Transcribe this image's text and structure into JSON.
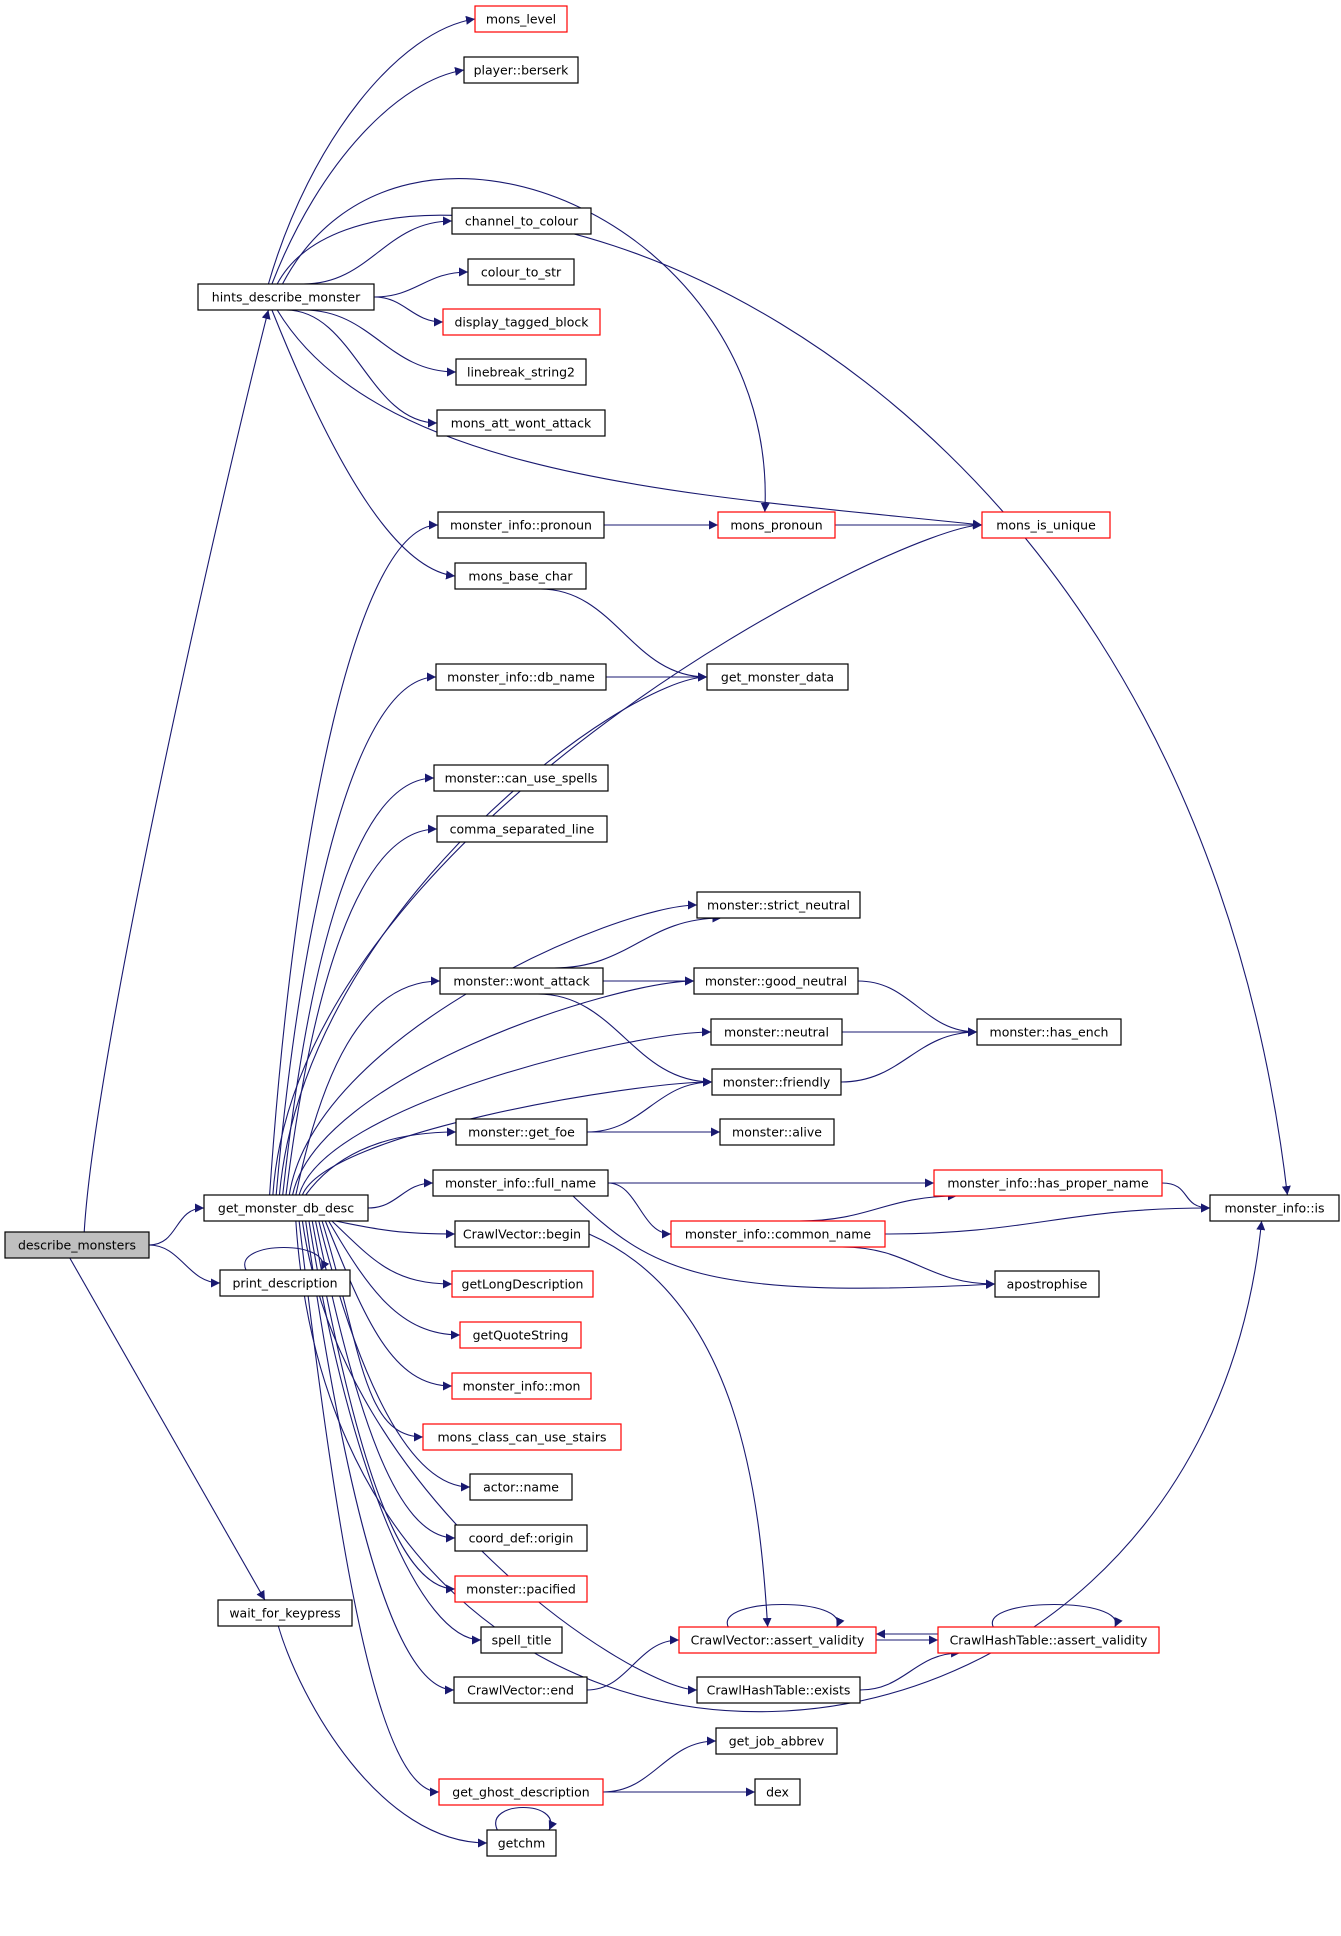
{
  "colors": {
    "edge": "#191970",
    "node_border": "#000000",
    "truncated_node_border": "#ff0000",
    "root_fill": "#bfbfbf",
    "node_fill": "#ffffff"
  },
  "nodes": {
    "describe_monsters": {
      "label": "describe_monsters",
      "style": "root"
    },
    "hints_describe_monster": {
      "label": "hints_describe_monster",
      "style": "normal"
    },
    "get_monster_db_desc": {
      "label": "get_monster_db_desc",
      "style": "normal"
    },
    "print_description": {
      "label": "print_description",
      "style": "normal"
    },
    "wait_for_keypress": {
      "label": "wait_for_keypress",
      "style": "normal"
    },
    "mons_level": {
      "label": "mons_level",
      "style": "truncated"
    },
    "player_berserk": {
      "label": "player::berserk",
      "style": "normal"
    },
    "channel_to_colour": {
      "label": "channel_to_colour",
      "style": "normal"
    },
    "colour_to_str": {
      "label": "colour_to_str",
      "style": "normal"
    },
    "display_tagged_block": {
      "label": "display_tagged_block",
      "style": "truncated"
    },
    "linebreak_string2": {
      "label": "linebreak_string2",
      "style": "normal"
    },
    "mons_att_wont_attack": {
      "label": "mons_att_wont_attack",
      "style": "normal"
    },
    "monster_info_pronoun": {
      "label": "monster_info::pronoun",
      "style": "normal"
    },
    "mons_base_char": {
      "label": "mons_base_char",
      "style": "normal"
    },
    "monster_info_db_name": {
      "label": "monster_info::db_name",
      "style": "normal"
    },
    "monster_can_use_spells": {
      "label": "monster::can_use_spells",
      "style": "normal"
    },
    "comma_separated_line": {
      "label": "comma_separated_line",
      "style": "normal"
    },
    "monster_wont_attack": {
      "label": "monster::wont_attack",
      "style": "normal"
    },
    "monster_get_foe": {
      "label": "monster::get_foe",
      "style": "normal"
    },
    "monster_info_full_name": {
      "label": "monster_info::full_name",
      "style": "normal"
    },
    "CrawlVector_begin": {
      "label": "CrawlVector::begin",
      "style": "normal"
    },
    "getLongDescription": {
      "label": "getLongDescription",
      "style": "truncated"
    },
    "getQuoteString": {
      "label": "getQuoteString",
      "style": "truncated"
    },
    "monster_info_mon": {
      "label": "monster_info::mon",
      "style": "truncated"
    },
    "mons_class_can_use_stairs": {
      "label": "mons_class_can_use_stairs",
      "style": "truncated"
    },
    "actor_name": {
      "label": "actor::name",
      "style": "normal"
    },
    "coord_def_origin": {
      "label": "coord_def::origin",
      "style": "normal"
    },
    "monster_pacified": {
      "label": "monster::pacified",
      "style": "truncated"
    },
    "spell_title": {
      "label": "spell_title",
      "style": "normal"
    },
    "CrawlVector_end": {
      "label": "CrawlVector::end",
      "style": "normal"
    },
    "get_ghost_description": {
      "label": "get_ghost_description",
      "style": "truncated"
    },
    "getchm": {
      "label": "getchm",
      "style": "normal"
    },
    "mons_pronoun": {
      "label": "mons_pronoun",
      "style": "truncated"
    },
    "get_monster_data": {
      "label": "get_monster_data",
      "style": "normal"
    },
    "monster_strict_neutral": {
      "label": "monster::strict_neutral",
      "style": "normal"
    },
    "monster_good_neutral": {
      "label": "monster::good_neutral",
      "style": "normal"
    },
    "monster_neutral": {
      "label": "monster::neutral",
      "style": "normal"
    },
    "monster_friendly": {
      "label": "monster::friendly",
      "style": "normal"
    },
    "monster_alive": {
      "label": "monster::alive",
      "style": "normal"
    },
    "monster_info_common_name": {
      "label": "monster_info::common_name",
      "style": "truncated"
    },
    "CrawlVector_assert_validity": {
      "label": "CrawlVector::assert_validity",
      "style": "truncated"
    },
    "CrawlHashTable_exists": {
      "label": "CrawlHashTable::exists",
      "style": "normal"
    },
    "get_job_abbrev": {
      "label": "get_job_abbrev",
      "style": "normal"
    },
    "dex": {
      "label": "dex",
      "style": "normal"
    },
    "mons_is_unique": {
      "label": "mons_is_unique",
      "style": "truncated"
    },
    "monster_has_ench": {
      "label": "monster::has_ench",
      "style": "normal"
    },
    "monster_info_has_proper_name": {
      "label": "monster_info::has_proper_name",
      "style": "truncated"
    },
    "apostrophise": {
      "label": "apostrophise",
      "style": "normal"
    },
    "CrawlHashTable_assert_validity": {
      "label": "CrawlHashTable::assert_validity",
      "style": "truncated"
    },
    "monster_info_is": {
      "label": "monster_info::is",
      "style": "normal"
    }
  }
}
